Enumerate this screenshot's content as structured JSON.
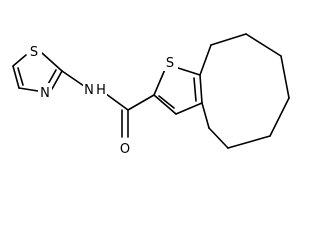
{
  "structure": {
    "atoms": [
      {
        "id": "s_thz",
        "label": "S"
      },
      {
        "id": "n_thz",
        "label": "N"
      },
      {
        "id": "n_amide",
        "label": "N"
      },
      {
        "id": "h_amide",
        "label": "H"
      },
      {
        "id": "o_carbonyl",
        "label": "O"
      },
      {
        "id": "s_thiophene",
        "label": "S"
      }
    ]
  }
}
